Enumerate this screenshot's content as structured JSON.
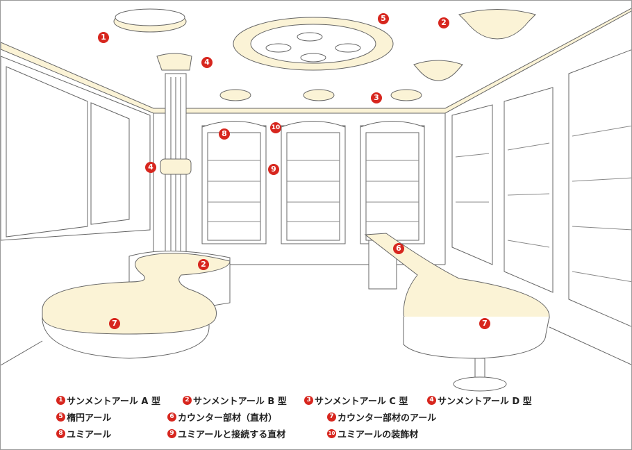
{
  "markers": [
    "1",
    "2",
    "2",
    "3",
    "4",
    "4",
    "5",
    "6",
    "7",
    "7",
    "8",
    "9",
    "10"
  ],
  "legend": [
    {
      "num": "1",
      "label": "サンメントアール A 型"
    },
    {
      "num": "2",
      "label": "サンメントアール B 型"
    },
    {
      "num": "3",
      "label": "サンメントアール C 型"
    },
    {
      "num": "4",
      "label": "サンメントアール D 型"
    },
    {
      "num": "5",
      "label": "楕円アール"
    },
    {
      "num": "6",
      "label": "カウンター部材（直材）"
    },
    {
      "num": "7",
      "label": "カウンター部材のアール"
    },
    {
      "num": "8",
      "label": "ユミアール"
    },
    {
      "num": "9",
      "label": "ユミアールと接続する直材"
    },
    {
      "num": "10",
      "label": "ユミアールの装飾材"
    }
  ],
  "colors": {
    "marker": "#d7261e",
    "molding": "#fbf3d6",
    "line": "#555555"
  }
}
